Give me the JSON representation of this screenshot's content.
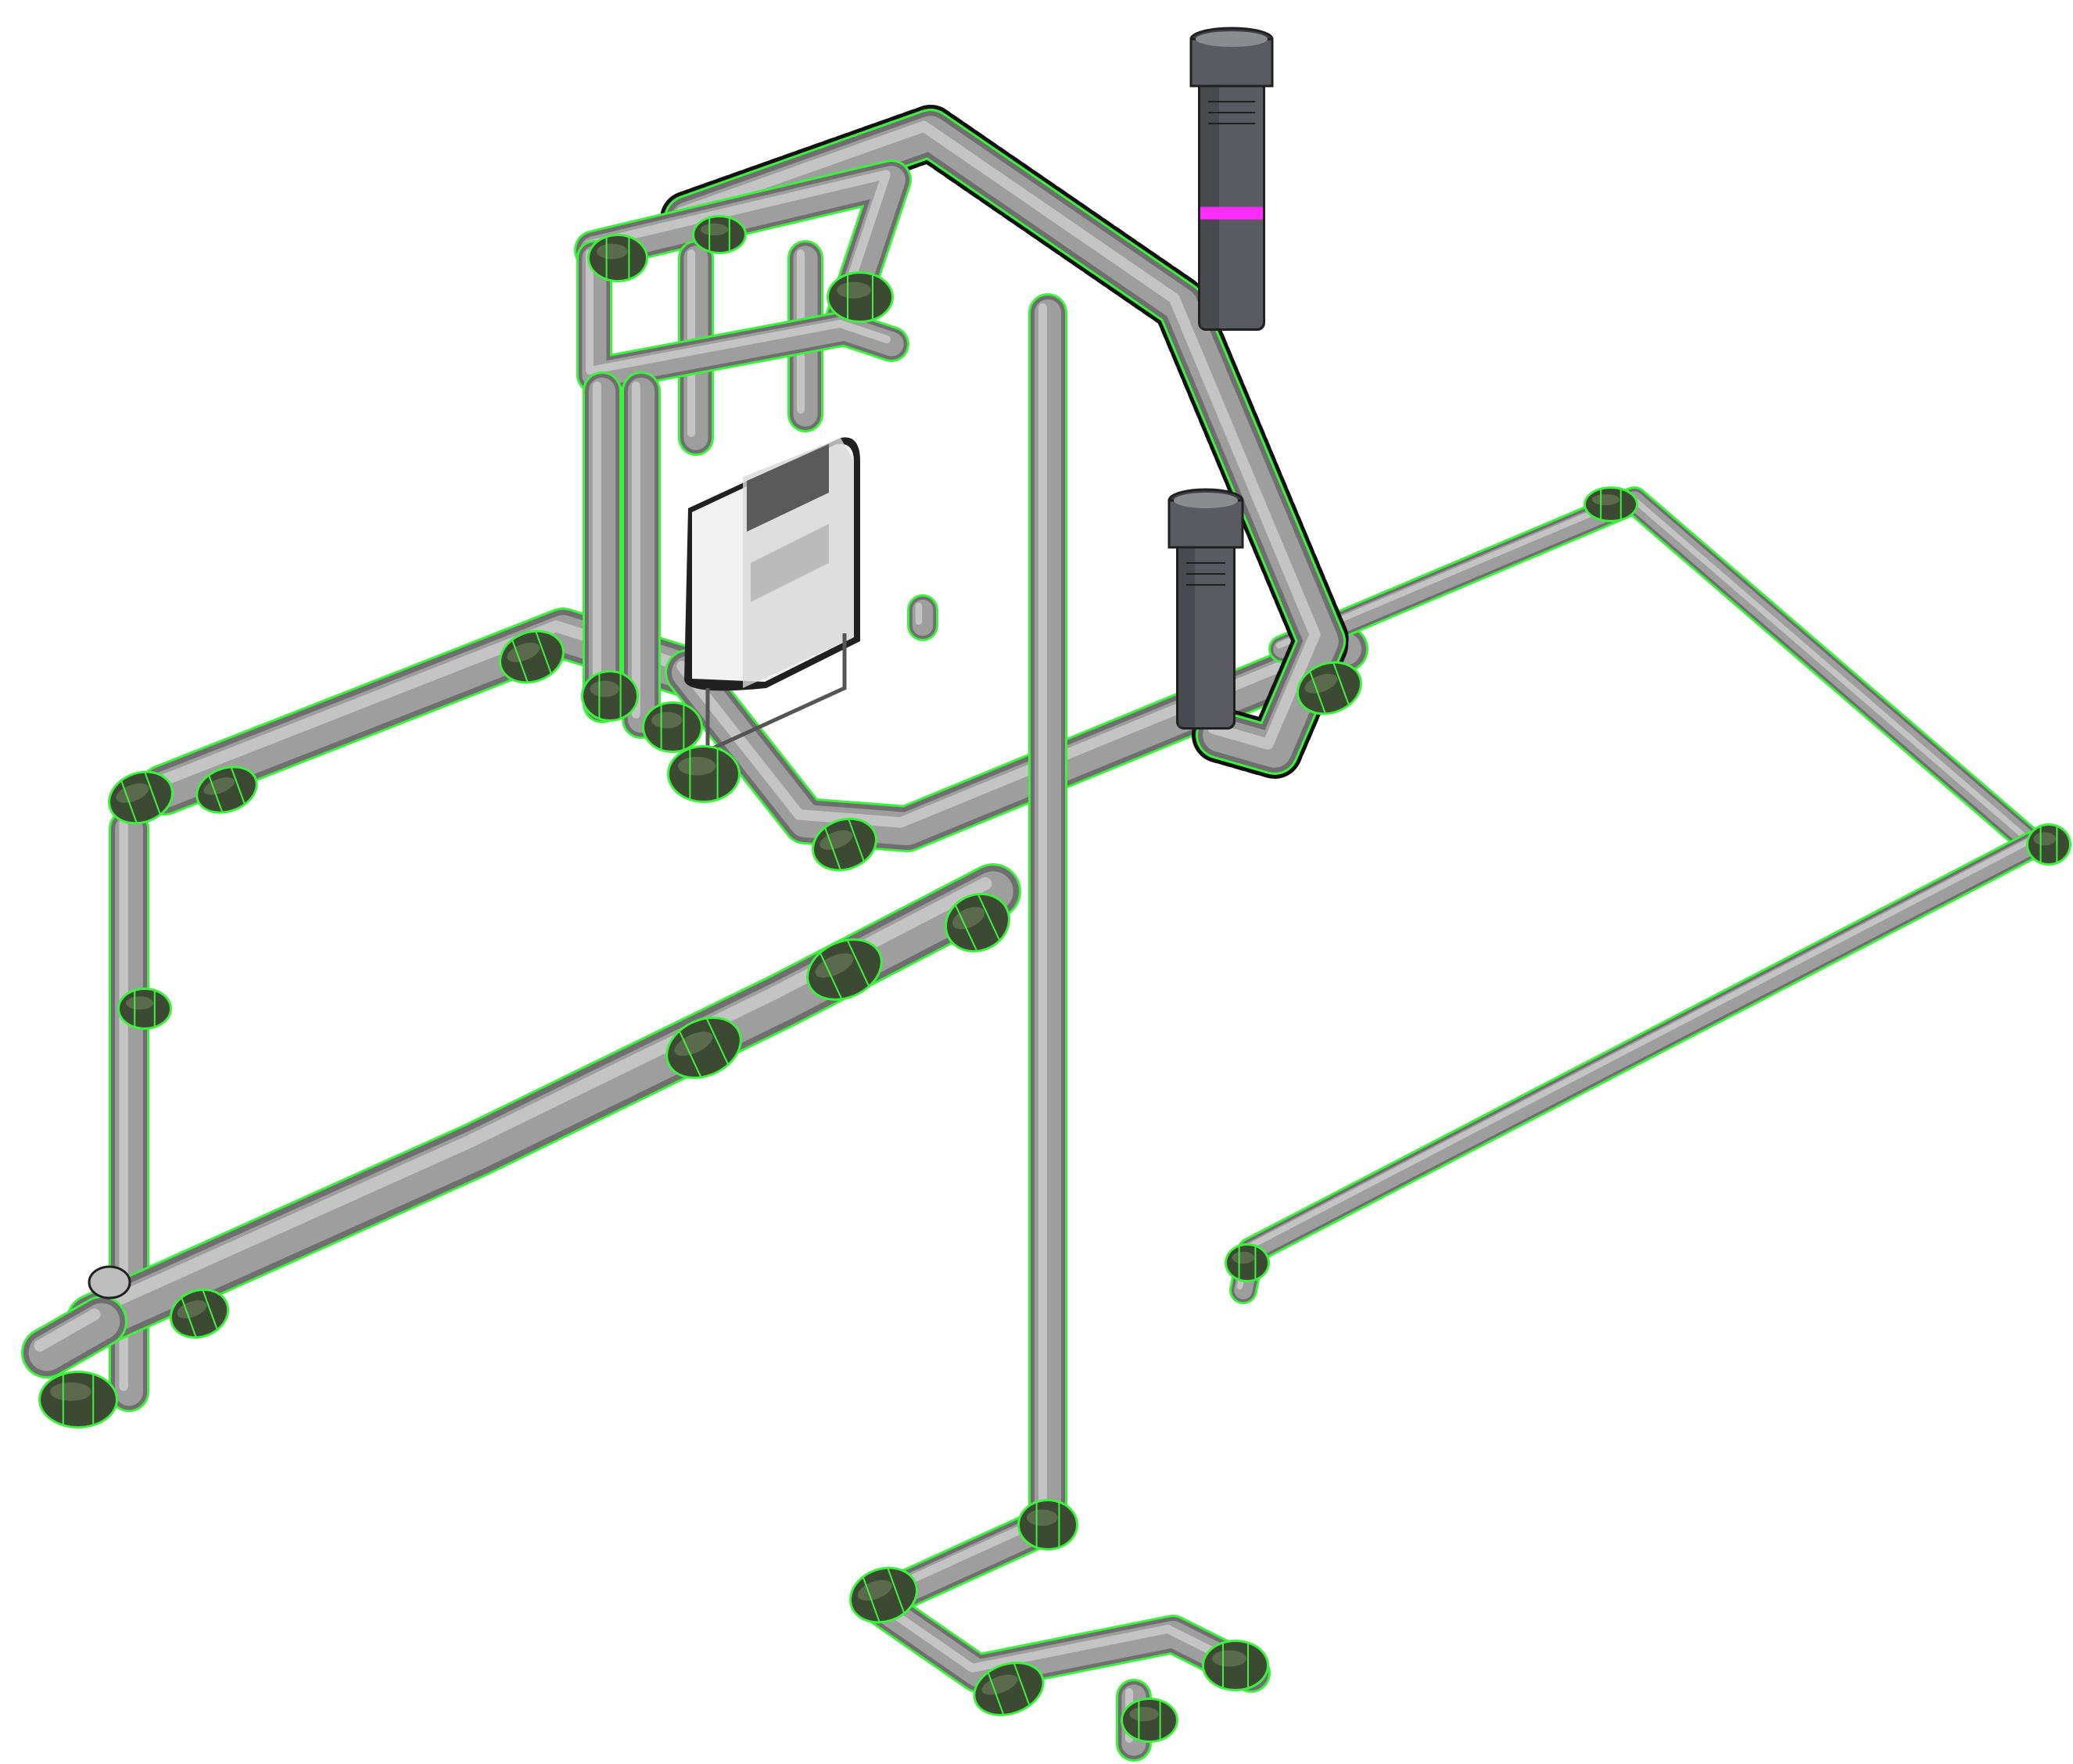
{
  "view": {
    "name": "isometric-3d-piping-model",
    "background": "#ffffff"
  },
  "colors": {
    "duct": "#9e9e9e",
    "duct_highlight": "#c4c4c4",
    "duct_shadow": "#6f6f6f",
    "fitting": "#3d4a33",
    "fitting_highlight": "#5b6a4c",
    "edge": "#3cf23c",
    "outline": "#202020",
    "terminal": "#595b60",
    "terminal_dark": "#3e4044",
    "accent_band": "#ff2bff",
    "unit_body": "#f2f2f2",
    "unit_panel": "#5a5a5a",
    "unit_front": "#d8d8d8",
    "selection_dash": "#111111"
  },
  "components": [
    {
      "name": "ventilation-unit",
      "type": "heat-recovery-unit"
    },
    {
      "name": "roof-terminal-top",
      "type": "vertical-terminal",
      "accent": "magenta-band"
    },
    {
      "name": "roof-terminal-mid",
      "type": "vertical-terminal"
    },
    {
      "name": "supply-manifold",
      "type": "duct-run"
    },
    {
      "name": "long-drop-pipe",
      "type": "duct-run"
    },
    {
      "name": "branch-ducts",
      "type": "duct-run"
    },
    {
      "name": "bottom-outlets",
      "type": "elbow-terminals"
    }
  ]
}
